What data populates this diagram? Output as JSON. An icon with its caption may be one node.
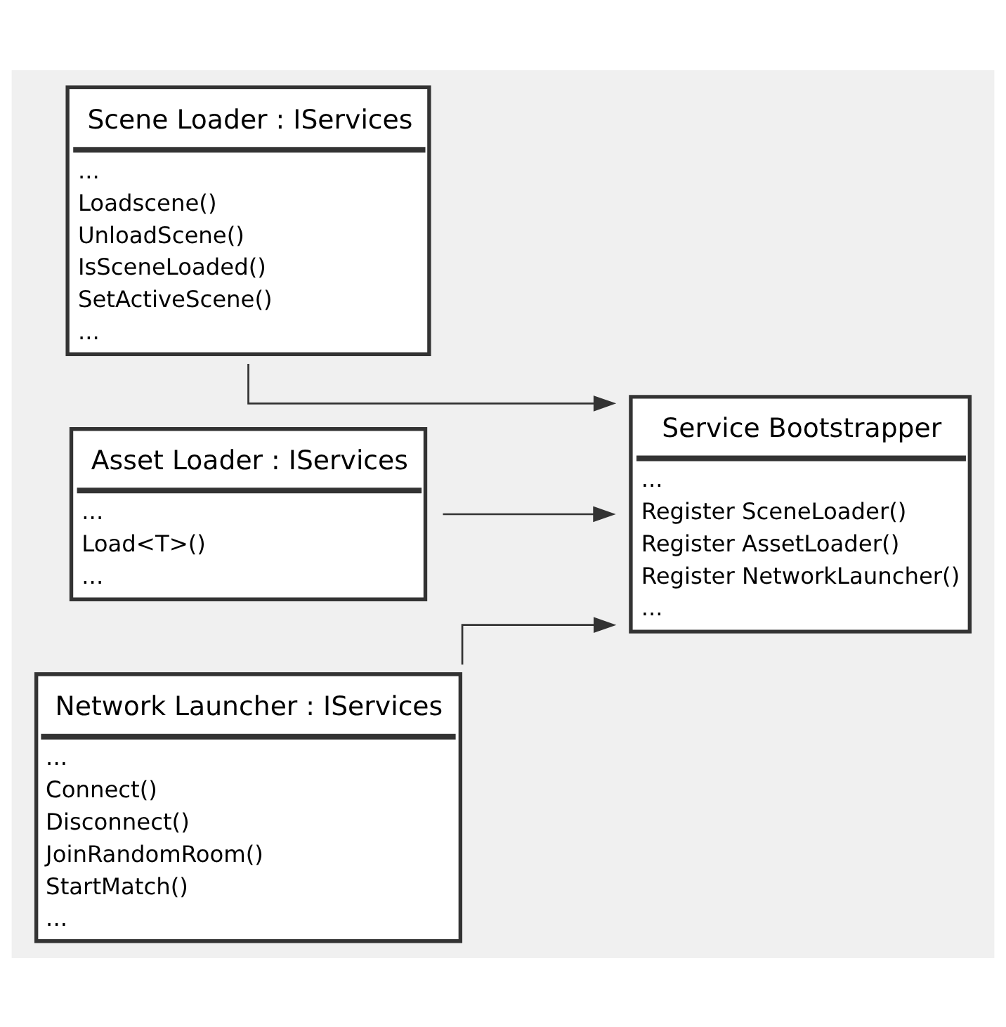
{
  "diagram": {
    "nodes": [
      {
        "text": [
          "Scene Loader : IServices",
          "...",
          "Loadscene()",
          "UnloadScene()",
          "IsSceneLoaded()",
          "SetActiveScene()",
          "..."
        ]
      },
      {
        "text": [
          "Asset Loader : IServices",
          "...",
          "Load<T>()",
          "..."
        ]
      },
      {
        "text": [
          "Network Launcher : IServices",
          "...",
          "Connect()",
          "Disconnect()",
          "JoinRandomRoom()",
          "StartMatch()",
          "..."
        ]
      },
      {
        "text": [
          "Service Bootstrapper",
          "...",
          "Register SceneLoader()",
          "Register AssetLoader()",
          "Register NetworkLauncher()",
          "..."
        ]
      }
    ],
    "edges": [
      {
        "from": 0,
        "to": 3,
        "arrow": "to"
      },
      {
        "from": 1,
        "to": 3,
        "arrow": "to"
      },
      {
        "from": 2,
        "to": 3,
        "arrow": "to"
      }
    ]
  }
}
